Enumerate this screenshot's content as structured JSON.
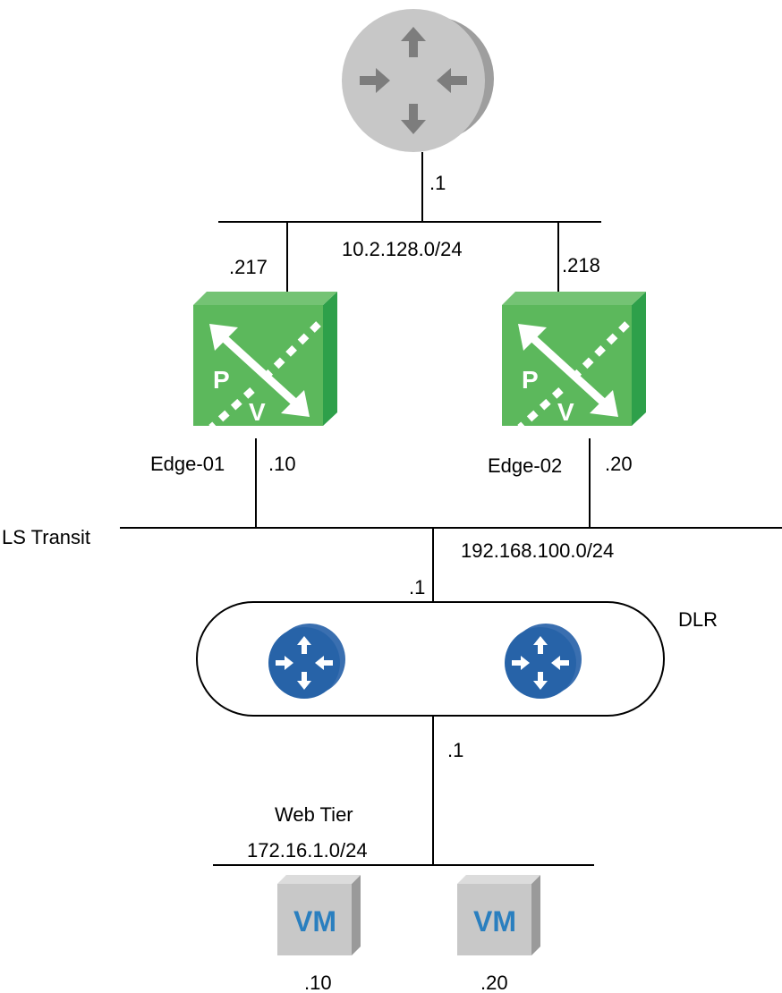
{
  "upstream": {
    "interface": ".1"
  },
  "uplink_segment": {
    "subnet": "10.2.128.0/24"
  },
  "edges": [
    {
      "name": "Edge-01",
      "uplink_ip": ".217",
      "transit_ip": ".10",
      "icon_letters": [
        "P",
        "V"
      ]
    },
    {
      "name": "Edge-02",
      "uplink_ip": ".218",
      "transit_ip": ".20",
      "icon_letters": [
        "P",
        "V"
      ]
    }
  ],
  "transit": {
    "name": "LS Transit",
    "subnet": "192.168.100.0/24",
    "dlr_uplink_ip": ".1"
  },
  "dlr": {
    "name": "DLR",
    "downlink_ip": ".1"
  },
  "web_tier": {
    "name": "Web Tier",
    "subnet": "172.16.1.0/24"
  },
  "vms": [
    {
      "label": "VM",
      "ip": ".10"
    },
    {
      "label": "VM",
      "ip": ".20"
    }
  ],
  "colors": {
    "edge_green": "#5cb85c",
    "edge_green_side": "#2ea04a",
    "dlr_blue": "#2763a8",
    "router_gray": "#c7c7c7",
    "vm_gray": "#c8c8c8",
    "vm_text": "#2a7fbf"
  }
}
